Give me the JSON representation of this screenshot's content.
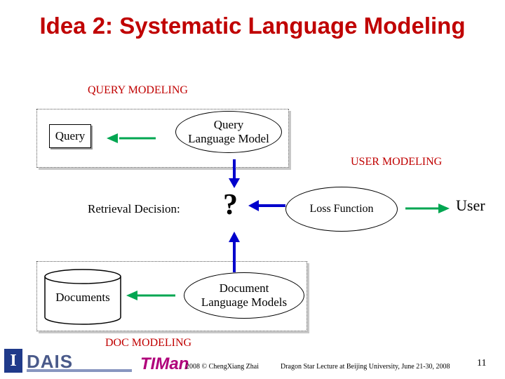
{
  "title": "Idea 2: Systematic Language Modeling",
  "sections": {
    "query_modeling": "QUERY MODELING",
    "user_modeling": "USER MODELING",
    "doc_modeling": "DOC MODELING"
  },
  "nodes": {
    "query": "Query",
    "query_model_line1": "Query",
    "query_model_line2": "Language Model",
    "retrieval_decision": "Retrieval Decision:",
    "decision_mark": "?",
    "loss_function": "Loss Function",
    "user": "User",
    "documents": "Documents",
    "doc_model_line1": "Document",
    "doc_model_line2": "Language Models"
  },
  "footer": {
    "credit": "2008 © ChengXiang Zhai",
    "lecture": "Dragon Star Lecture at Beijing University, June 21-30, 2008",
    "page_number": "11",
    "logo_dais": "DAIS",
    "logo_timan": "TIMan"
  },
  "colors": {
    "title": "#c00000",
    "arrow_green": "#00a651",
    "arrow_blue": "#0000cc"
  }
}
